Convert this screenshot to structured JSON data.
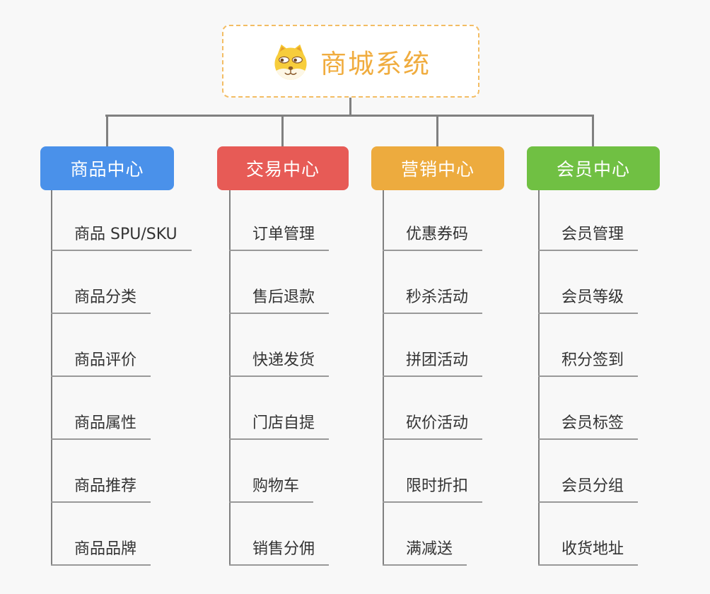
{
  "root": {
    "title": "商城系统",
    "icon": "shiba-dog-icon"
  },
  "colors": {
    "root_accent": "#f0ac3e",
    "root_border": "#f3bd64",
    "connector": "#808080",
    "underline": "#999999",
    "leaf_text": "#333333",
    "background": "#f8f8f8"
  },
  "branches": [
    {
      "label": "商品中心",
      "color": "#4a91ea",
      "items": [
        "商品 SPU/SKU",
        "商品分类",
        "商品评价",
        "商品属性",
        "商品推荐",
        "商品品牌"
      ]
    },
    {
      "label": "交易中心",
      "color": "#e75b56",
      "items": [
        "订单管理",
        "售后退款",
        "快递发货",
        "门店自提",
        "购物车",
        "销售分佣"
      ]
    },
    {
      "label": "营销中心",
      "color": "#edab3e",
      "items": [
        "优惠券码",
        "秒杀活动",
        "拼团活动",
        "砍价活动",
        "限时折扣",
        "满减送"
      ]
    },
    {
      "label": "会员中心",
      "color": "#70c043",
      "items": [
        "会员管理",
        "会员等级",
        "积分签到",
        "会员标签",
        "会员分组",
        "收货地址"
      ]
    }
  ]
}
